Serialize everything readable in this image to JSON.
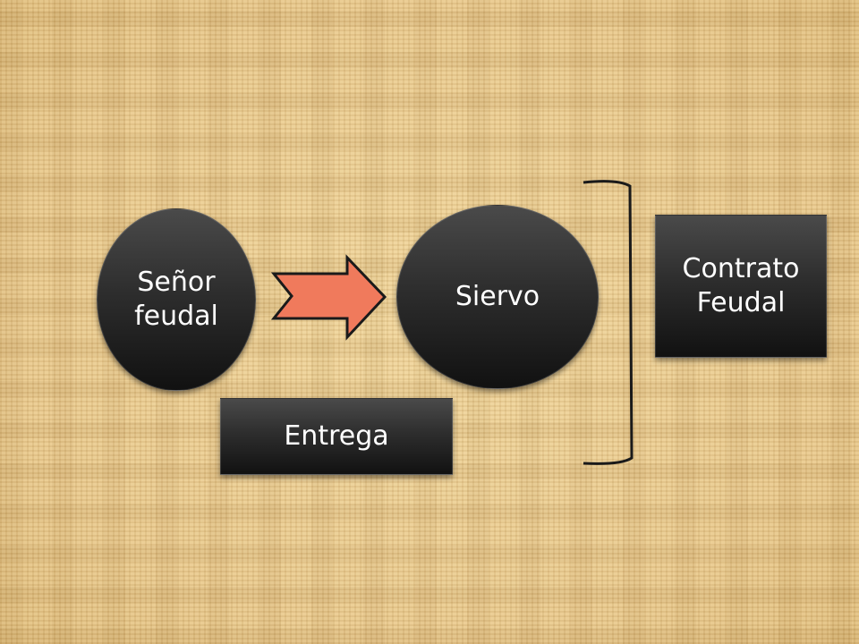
{
  "diagram": {
    "nodes": {
      "senor_feudal": "Señor\nfeudal",
      "siervo": "Siervo",
      "entrega": "Entrega",
      "contrato_feudal": "Contrato\nFeudal"
    },
    "colors": {
      "arrow_fill": "#f07a5c",
      "arrow_stroke": "#1a1a1a",
      "shape_dark": "#2a2a2a",
      "bracket": "#1a1a1a",
      "text": "#ffffff"
    }
  }
}
